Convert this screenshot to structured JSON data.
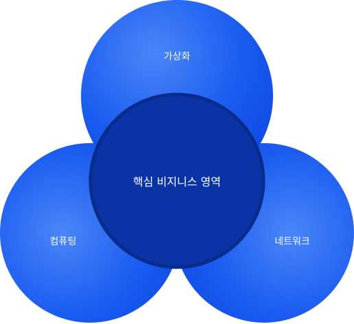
{
  "diagram": {
    "center_label": "핵심 비지니스 영역",
    "outer_labels": {
      "top": "가상화",
      "left": "컴퓨팅",
      "right": "네트워크"
    },
    "colors": {
      "outer_light": "#3f7ef7",
      "outer_dark": "#0d49e3",
      "center_fill": "#0a34a6",
      "center_ring": "#082c8c",
      "text": "#ffffff"
    }
  }
}
